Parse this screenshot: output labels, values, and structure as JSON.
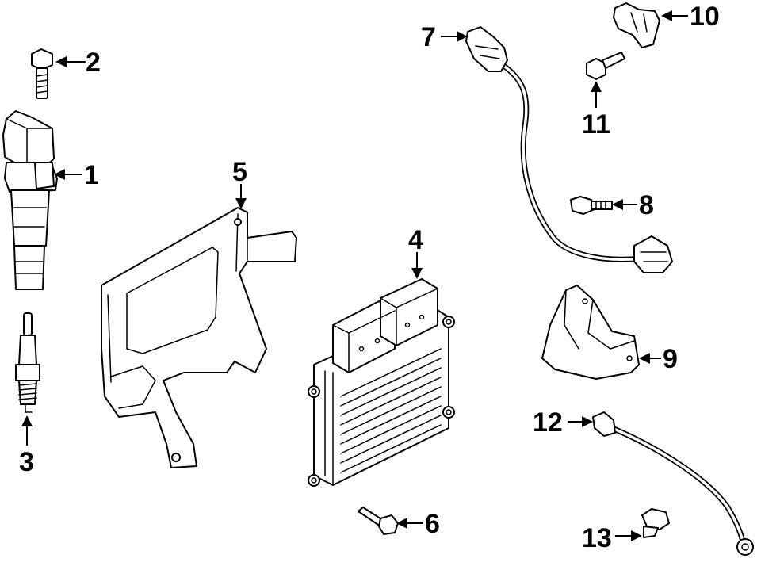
{
  "diagram": {
    "background": "#ffffff",
    "line_color": "#000000",
    "callouts": [
      {
        "id": "1",
        "label": "1"
      },
      {
        "id": "2",
        "label": "2"
      },
      {
        "id": "3",
        "label": "3"
      },
      {
        "id": "4",
        "label": "4"
      },
      {
        "id": "5",
        "label": "5"
      },
      {
        "id": "6",
        "label": "6"
      },
      {
        "id": "7",
        "label": "7"
      },
      {
        "id": "8",
        "label": "8"
      },
      {
        "id": "9",
        "label": "9"
      },
      {
        "id": "10",
        "label": "10"
      },
      {
        "id": "11",
        "label": "11"
      },
      {
        "id": "12",
        "label": "12"
      },
      {
        "id": "13",
        "label": "13"
      }
    ]
  }
}
